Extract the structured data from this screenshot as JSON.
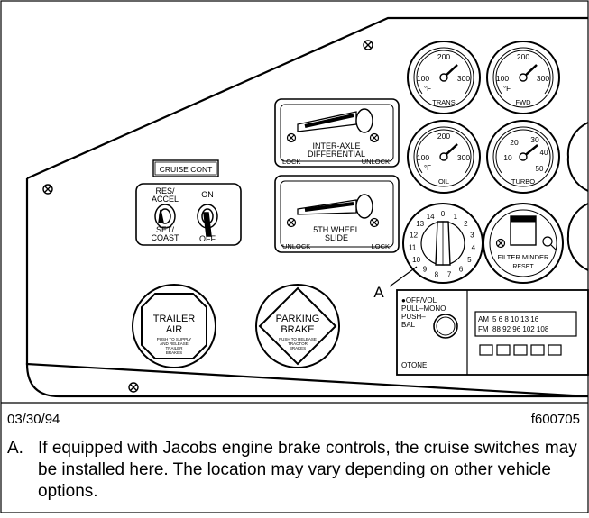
{
  "panel": {
    "cruise_label": "CRUISE CONT",
    "res_accel": "RES/\nACCEL",
    "set_coast": "SET/\nCOAST",
    "on": "ON",
    "off": "OFF",
    "interaxle_line1": "INTER-AXLE",
    "interaxle_line2": "DIFFERENTIAL",
    "lock": "LOCK",
    "unlock": "UNLOCK",
    "fifth_line1": "5TH  WHEEL",
    "fifth_line2": "SLIDE",
    "trailer_air_1": "TRAILER",
    "trailer_air_2": "AIR",
    "trailer_air_sub": "PUSH TO SUPPLY AND RELEASE TRAILER BRAKES",
    "parking_brake_1": "PARKING",
    "parking_brake_2": "BRAKE",
    "parking_brake_sub": "PUSH TO RELEASE TRACTOR BRAKES",
    "gauges": [
      {
        "label": "TRANS",
        "lo": "100",
        "mid": "200",
        "hi": "300",
        "unit": "°F"
      },
      {
        "label": "FWD",
        "lo": "100",
        "mid": "200",
        "hi": "300",
        "unit": "°F"
      },
      {
        "label": "OIL",
        "lo": "100",
        "mid": "200",
        "hi": "300",
        "unit": "°F"
      },
      {
        "label": "TURBO",
        "lo": "10",
        "mid": "20",
        "hi": "30",
        "extra": "40",
        "extra2": "50"
      }
    ],
    "dial_numbers": [
      "0",
      "1",
      "2",
      "3",
      "4",
      "5",
      "6",
      "7",
      "8",
      "9",
      "10",
      "11",
      "12",
      "13",
      "14"
    ],
    "filter_minder": "FILTER MINDER",
    "reset": "RESET",
    "callout": "A",
    "radio": {
      "off_vol": "●OFF/VOL",
      "pull_mono": "PULL–MONO",
      "push": "PUSH–",
      "bal": "BAL",
      "tone": "OTONE",
      "am": "AM",
      "fm": "FM",
      "am_scale": "5 6   8  10  13  16",
      "fm_scale": "88  92  96 102 108"
    }
  },
  "caption": {
    "date": "03/30/94",
    "figure_id": "f600705",
    "letter": "A.",
    "text": "If equipped with Jacobs engine brake controls, the cruise switches may be installed here. The location may vary depending on other vehicle options."
  }
}
